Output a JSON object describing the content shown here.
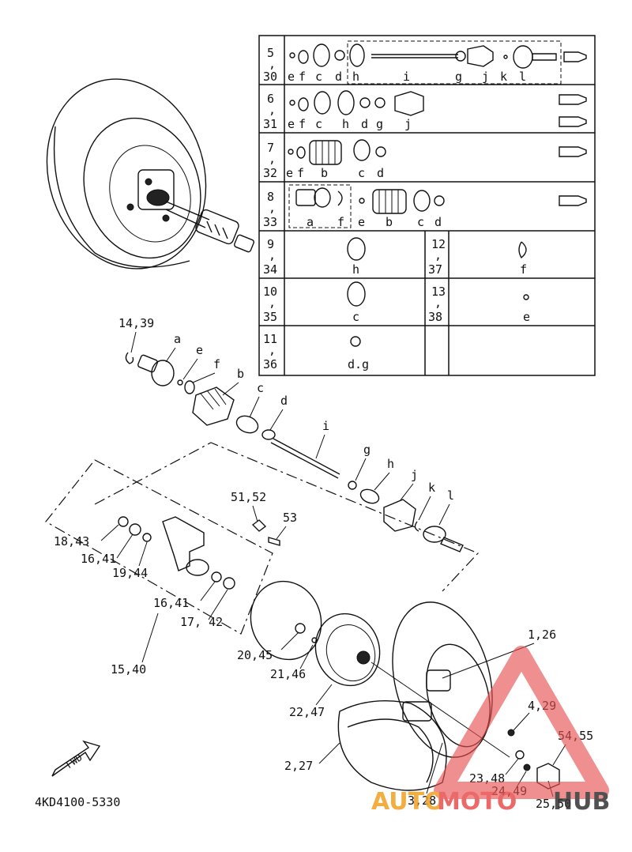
{
  "table": {
    "rows": [
      {
        "n1": "5",
        "n2": "30",
        "parts": [
          "e",
          "f",
          "c",
          "d",
          "h",
          "i",
          "g",
          "j",
          "k",
          "l"
        ]
      },
      {
        "n1": "6",
        "n2": "31",
        "parts": [
          "e",
          "f",
          "c",
          "h",
          "d",
          "g",
          "j"
        ]
      },
      {
        "n1": "7",
        "n2": "32",
        "parts": [
          "e",
          "f",
          "b",
          "c",
          "d"
        ]
      },
      {
        "n1": "8",
        "n2": "33",
        "parts": [
          "a",
          "f",
          "e",
          "b",
          "c",
          "d"
        ]
      },
      {
        "n1": "9",
        "n2": "34",
        "parts": [
          "h"
        ],
        "right_n1": "12",
        "right_n2": "37",
        "right_parts": [
          "f"
        ]
      },
      {
        "n1": "10",
        "n2": "35",
        "parts": [
          "c"
        ],
        "right_n1": "13",
        "right_n2": "38",
        "right_parts": [
          "e"
        ]
      },
      {
        "n1": "11",
        "n2": "36",
        "parts": [
          "d.g"
        ]
      }
    ]
  },
  "callouts": {
    "c14_39": "14,39",
    "ca": "a",
    "ce": "e",
    "cf": "f",
    "cb": "b",
    "cc": "c",
    "cd": "d",
    "ci": "i",
    "cg": "g",
    "ch": "h",
    "cj": "j",
    "ck": "k",
    "cl": "l",
    "c51_52": "51,52",
    "c53": "53",
    "c18_43": "18,43",
    "c16_41a": "16,41",
    "c19_44": "19,44",
    "c16_41b": "16,41",
    "c17_42": "17, 42",
    "c15_40": "15,40",
    "c20_45": "20,45",
    "c21_46": "21,46",
    "c22_47": "22,47",
    "c1_26": "1,26",
    "c4_29": "4,29",
    "c54_55": "54,55",
    "c2_27": "2,27",
    "c23_48": "23,48",
    "c24_49": "24,49",
    "c3_28": "3,28",
    "c25_50": "25,50"
  },
  "fwd_label": "FWD",
  "diagram_code": "4KD4100-5330",
  "watermark": {
    "text_part1": "AUTO",
    "text_part2": "MOTO",
    "text_part3": "HUB",
    "color": "#e85050"
  }
}
